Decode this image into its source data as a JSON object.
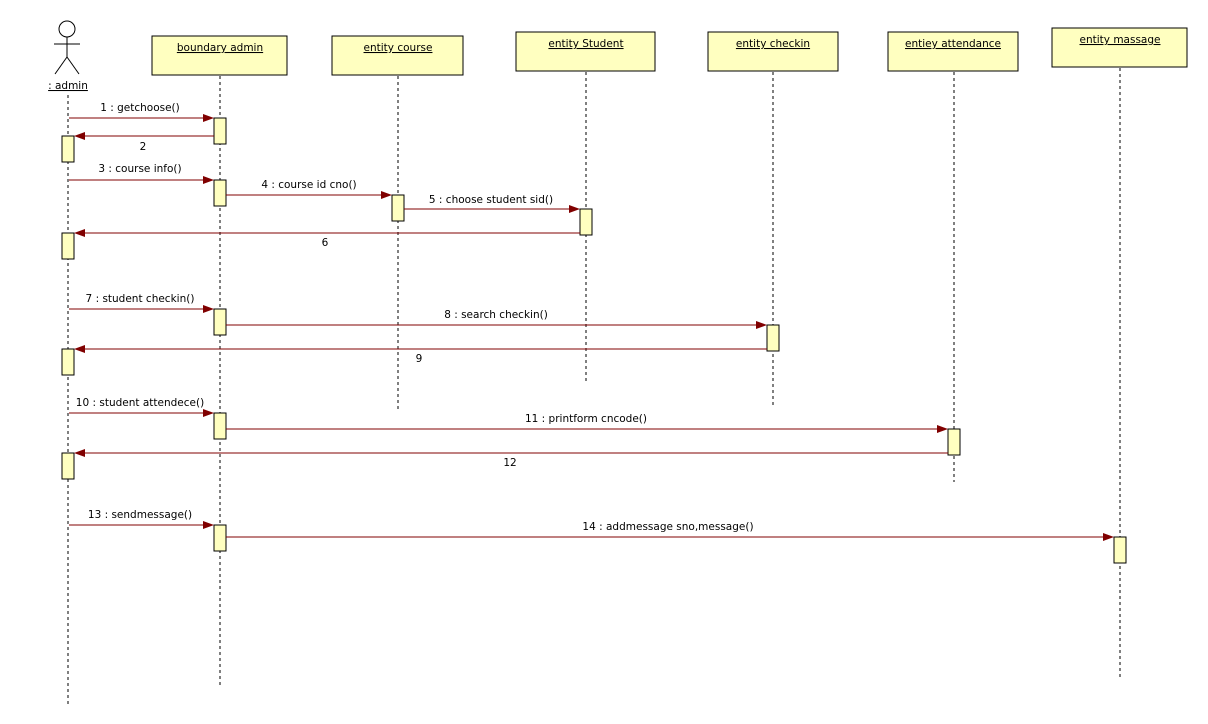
{
  "actor": {
    "label": ": admin"
  },
  "objects": [
    {
      "id": "admin",
      "label": ": admin",
      "type": "actor"
    },
    {
      "id": "boundary",
      "label": "boundary admin"
    },
    {
      "id": "course",
      "label": "entity course"
    },
    {
      "id": "student",
      "label": "entity Student"
    },
    {
      "id": "checkin",
      "label": "entity checkin"
    },
    {
      "id": "attendance",
      "label": "entiey attendance"
    },
    {
      "id": "message",
      "label": "entity massage"
    }
  ],
  "messages": [
    {
      "label": "1 : getchoose()",
      "from": "admin",
      "to": "boundary",
      "kind": "call"
    },
    {
      "label": "2",
      "from": "boundary",
      "to": "admin",
      "kind": "return"
    },
    {
      "label": "3 : course info()",
      "from": "admin",
      "to": "boundary",
      "kind": "call"
    },
    {
      "label": "4 : course id cno()",
      "from": "boundary",
      "to": "course",
      "kind": "call"
    },
    {
      "label": "5 : choose student sid()",
      "from": "course",
      "to": "student",
      "kind": "call"
    },
    {
      "label": "6",
      "from": "student",
      "to": "admin",
      "kind": "return"
    },
    {
      "label": "7 : student checkin()",
      "from": "admin",
      "to": "boundary",
      "kind": "call"
    },
    {
      "label": "8 : search checkin()",
      "from": "boundary",
      "to": "checkin",
      "kind": "call"
    },
    {
      "label": "9",
      "from": "checkin",
      "to": "admin",
      "kind": "return"
    },
    {
      "label": "10 : student attendece()",
      "from": "admin",
      "to": "boundary",
      "kind": "call"
    },
    {
      "label": "11 : printform cncode()",
      "from": "boundary",
      "to": "attendance",
      "kind": "call"
    },
    {
      "label": "12",
      "from": "attendance",
      "to": "admin",
      "kind": "return"
    },
    {
      "label": "13 : sendmessage()",
      "from": "admin",
      "to": "boundary",
      "kind": "call"
    },
    {
      "label": "14 : addmessage sno,message()",
      "from": "boundary",
      "to": "message",
      "kind": "call"
    }
  ],
  "colors": {
    "object_fill": "#ffffc0",
    "message_line": "#800000",
    "outline": "#000000"
  }
}
